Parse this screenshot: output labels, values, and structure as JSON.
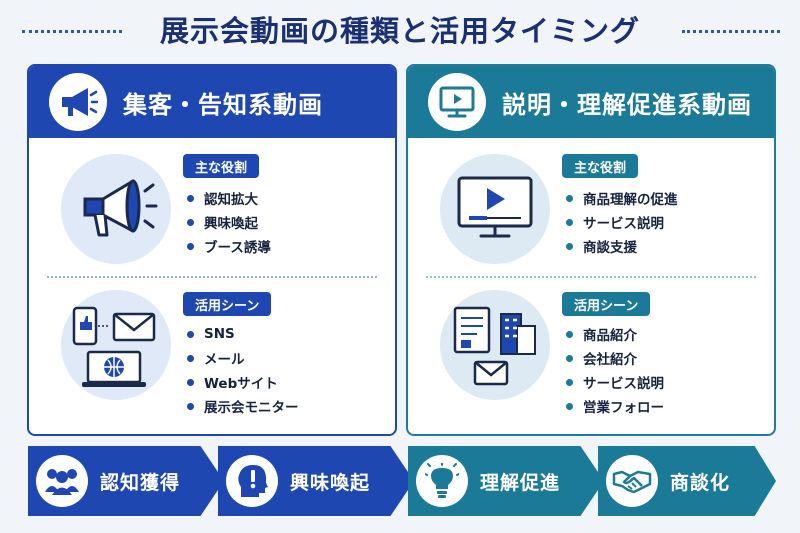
{
  "title": "展示会動画の種類と活用タイミング",
  "left_card": {
    "title": "集客・告知系動画",
    "icon": "megaphone-icon",
    "role_label": "主な役割",
    "roles": [
      "認知拡大",
      "興味喚起",
      "ブース誘導"
    ],
    "scene_label": "活用シーン",
    "scenes": [
      "SNS",
      "メール",
      "Webサイト",
      "展示会モニター"
    ]
  },
  "right_card": {
    "title": "説明・理解促進系動画",
    "icon": "video-monitor-icon",
    "role_label": "主な役割",
    "roles": [
      "商品理解の促進",
      "サービス説明",
      "商談支援"
    ],
    "scene_label": "活用シーン",
    "scenes": [
      "商品紹介",
      "会社紹介",
      "サービス説明",
      "営業フォロー"
    ]
  },
  "flow": [
    {
      "label": "認知獲得",
      "icon": "people-icon",
      "color": "#1e47b2"
    },
    {
      "label": "興味喚起",
      "icon": "head-exclamation-icon",
      "color": "#1e47b2"
    },
    {
      "label": "理解促進",
      "icon": "lightbulb-icon",
      "color": "#1c7a99"
    },
    {
      "label": "商談化",
      "icon": "handshake-icon",
      "color": "#1c7a99"
    }
  ],
  "colors": {
    "primary_blue": "#1e47b2",
    "teal": "#1c7a99",
    "background": "#f1f5fa"
  }
}
